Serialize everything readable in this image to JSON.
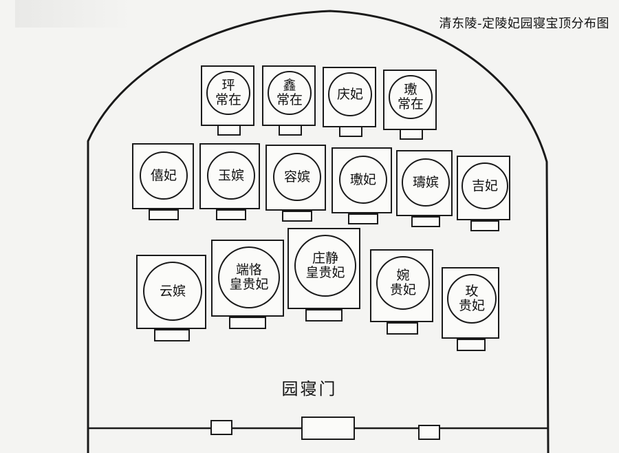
{
  "title": "清东陵-定陵妃园寝宝顶分布图",
  "rows": [
    {
      "tombs": [
        {
          "lines": [
            "玶",
            "常在"
          ]
        },
        {
          "lines": [
            "鑫",
            "常在"
          ]
        },
        {
          "lines": [
            "庆妃"
          ]
        },
        {
          "lines": [
            "璷",
            "常在"
          ]
        }
      ]
    },
    {
      "tombs": [
        {
          "lines": [
            "僖妃"
          ]
        },
        {
          "lines": [
            "玉嫔"
          ]
        },
        {
          "lines": [
            "容嫔"
          ]
        },
        {
          "lines": [
            "璷妃"
          ]
        },
        {
          "lines": [
            "璹嫔"
          ]
        },
        {
          "lines": [
            "吉妃"
          ]
        }
      ]
    },
    {
      "tombs": [
        {
          "lines": [
            "云嫔"
          ]
        },
        {
          "lines": [
            "端恪",
            "皇贵妃"
          ]
        },
        {
          "lines": [
            "庄静",
            "皇贵妃"
          ]
        },
        {
          "lines": [
            "婉",
            "贵妃"
          ]
        },
        {
          "lines": [
            "玫",
            "贵妃"
          ]
        }
      ]
    }
  ],
  "gate": {
    "label": "园寝门"
  }
}
